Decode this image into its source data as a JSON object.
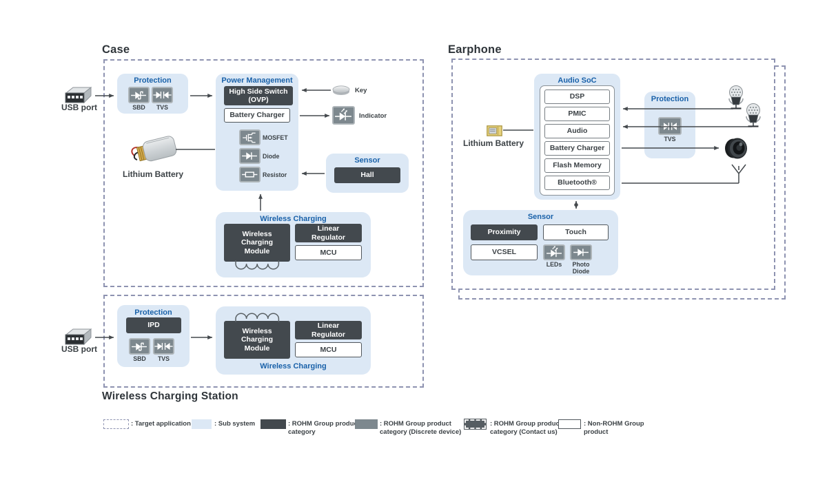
{
  "case_section": {
    "title": "Case",
    "usb_label": "USB port",
    "battery_label": "Lithium Battery",
    "key_label": "Key",
    "indicator_label": "Indicator",
    "protection": {
      "title": "Protection",
      "sbd_label": "SBD",
      "tvs_label": "TVS"
    },
    "power_management": {
      "title": "Power Management",
      "high_side_switch": "High Side Switch (OVP)",
      "battery_charger": "Battery Charger",
      "mosfet_label": "MOSFET",
      "diode_label": "Diode",
      "resistor_label": "Resistor"
    },
    "sensor": {
      "title": "Sensor",
      "hall": "Hall"
    },
    "wireless_charging": {
      "title": "Wireless Charging",
      "module": "Wireless Charging Module",
      "linear_regulator": "Linear Regulator",
      "mcu": "MCU"
    }
  },
  "station_section": {
    "title": "Wireless Charging Station",
    "usb_label": "USB port",
    "protection": {
      "title": "Protection",
      "ipd": "IPD",
      "sbd_label": "SBD",
      "tvs_label": "TVS"
    },
    "wireless_charging": {
      "title": "Wireless Charging",
      "module": "Wireless Charging Module",
      "linear_regulator": "Linear Regulator",
      "mcu": "MCU"
    }
  },
  "earphone_section": {
    "title": "Earphone",
    "battery_label": "Lithium Battery",
    "audio_soc": {
      "title": "Audio SoC",
      "items": [
        "DSP",
        "PMIC",
        "Audio",
        "Battery Charger",
        "Flash Memory",
        "Bluetooth®"
      ]
    },
    "protection": {
      "title": "Protection",
      "tvs_label": "TVS"
    },
    "sensor": {
      "title": "Sensor",
      "proximity": "Proximity",
      "touch": "Touch",
      "vcsel": "VCSEL",
      "leds_label": "LEDs",
      "photo_diode_label": "Photo Diode"
    }
  },
  "legend": {
    "items": [
      {
        "style": "target",
        "label": ": Target application"
      },
      {
        "style": "subsystem",
        "label": ": Sub system"
      },
      {
        "style": "rohm",
        "label": ": ROHM Group product category"
      },
      {
        "style": "discrete",
        "label": ": ROHM Group product category (Discrete device)"
      },
      {
        "style": "contact",
        "label": ": ROHM Group product category (Contact us)"
      },
      {
        "style": "nonrohm",
        "label": ": Non-ROHM Group product"
      }
    ]
  },
  "colors": {
    "panel": "#dce8f5",
    "rohm_dark": "#43494e",
    "discrete_gray": "#7d888e",
    "title_blue": "#1961a9",
    "line": "#44494d",
    "dash": "#8d92b0"
  }
}
